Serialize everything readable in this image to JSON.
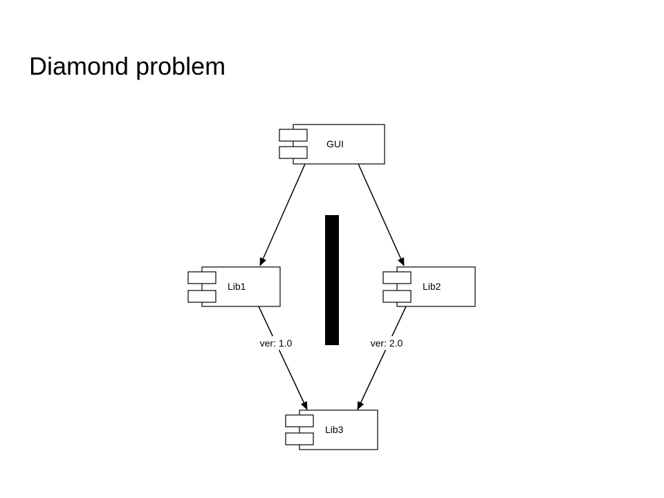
{
  "slide": {
    "title": "Diamond problem"
  },
  "diagram": {
    "nodes": [
      {
        "id": "gui",
        "label": "GUI"
      },
      {
        "id": "lib1",
        "label": "Lib1"
      },
      {
        "id": "lib2",
        "label": "Lib2"
      },
      {
        "id": "lib3",
        "label": "Lib3"
      }
    ],
    "edges": [
      {
        "from": "gui",
        "to": "lib1",
        "label": ""
      },
      {
        "from": "gui",
        "to": "lib2",
        "label": ""
      },
      {
        "from": "lib1",
        "to": "lib3",
        "label": "ver: 1.0"
      },
      {
        "from": "lib2",
        "to": "lib3",
        "label": "ver: 2.0"
      }
    ],
    "colors": {
      "stroke": "#000000",
      "fill": "#ffffff",
      "barrier": "#000000"
    }
  }
}
